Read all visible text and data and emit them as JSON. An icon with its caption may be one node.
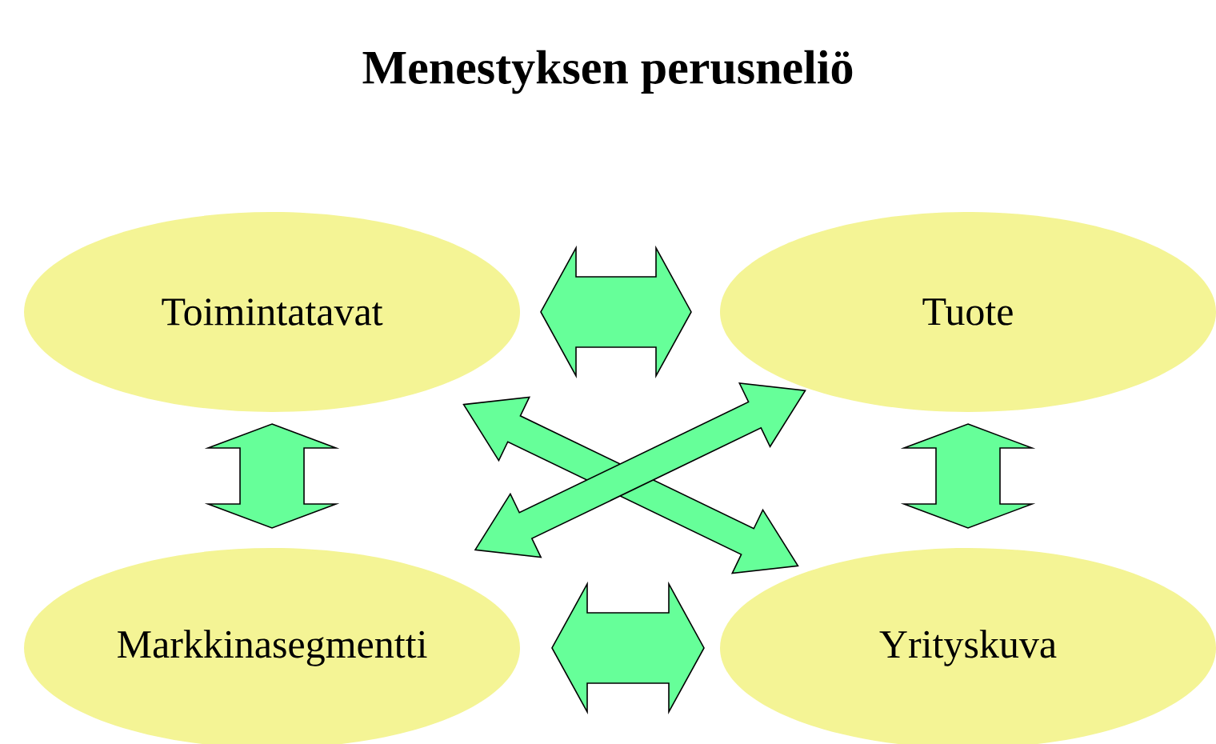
{
  "diagram": {
    "title": "Menestyksen perusneliö",
    "nodes": [
      {
        "text": [
          "Toimintatavat"
        ]
      },
      {
        "text": [
          "Tuote"
        ]
      },
      {
        "text": [
          "Markkinasegmentti"
        ]
      },
      {
        "text": [
          "Yrityskuva"
        ]
      }
    ],
    "edges": [
      {
        "from": 0,
        "to": 1,
        "arrow": "both"
      },
      {
        "from": 0,
        "to": 2,
        "arrow": "both"
      },
      {
        "from": 1,
        "to": 3,
        "arrow": "both"
      },
      {
        "from": 2,
        "to": 3,
        "arrow": "both"
      },
      {
        "from": 0,
        "to": 3,
        "arrow": "both"
      },
      {
        "from": 1,
        "to": 2,
        "arrow": "both"
      }
    ]
  }
}
